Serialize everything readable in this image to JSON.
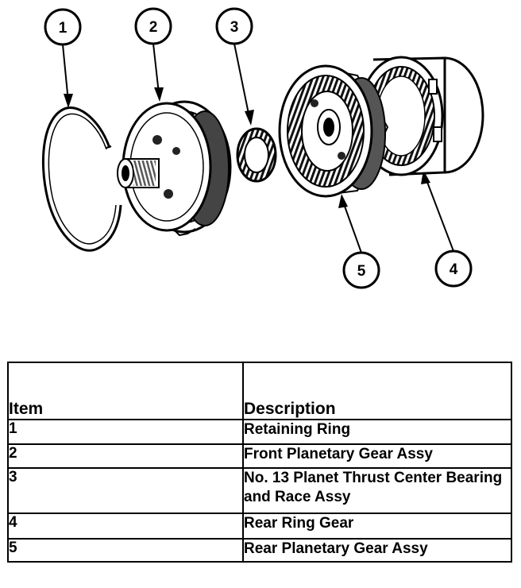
{
  "callouts": [
    "1",
    "2",
    "3",
    "5",
    "4"
  ],
  "table": {
    "headers": {
      "item": "Item",
      "description": "Description"
    },
    "rows": [
      {
        "item": "1",
        "description": "Retaining Ring"
      },
      {
        "item": "2",
        "description": "Front Planetary Gear Assy"
      },
      {
        "item": "3",
        "description": "No. 13 Planet Thrust Center Bearing and Race Assy"
      },
      {
        "item": "4",
        "description": "Rear Ring Gear"
      },
      {
        "item": "5",
        "description": "Rear Planetary Gear Assy"
      }
    ]
  }
}
